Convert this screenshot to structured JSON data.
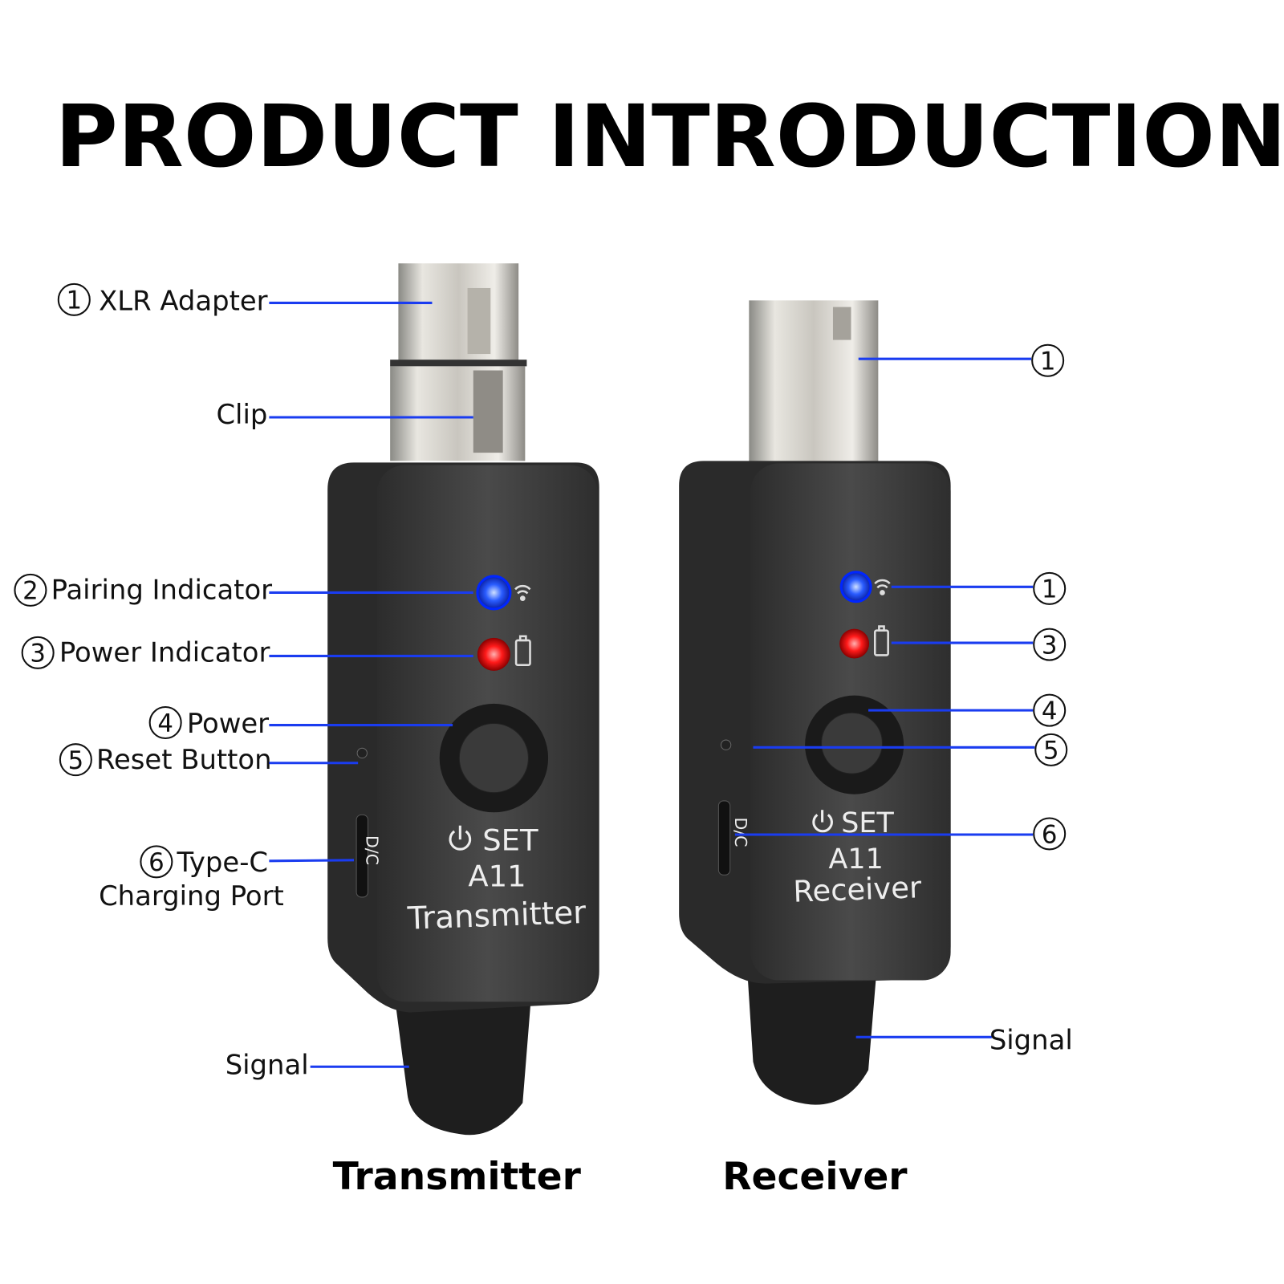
{
  "title": "PRODUCT INTRODUCTION",
  "accent_line_color": "#1a3cf0",
  "transmitter": {
    "caption": "Transmitter",
    "device_text": {
      "set": "SET",
      "model": "A11",
      "name": "Transmitter",
      "port_marking": "D/C"
    },
    "callouts": [
      {
        "num": "1",
        "label": "XLR Adapter"
      },
      {
        "num": "",
        "label": "Clip"
      },
      {
        "num": "2",
        "label": "Pairing Indicator"
      },
      {
        "num": "3",
        "label": "Power Indicator"
      },
      {
        "num": "4",
        "label": "Power"
      },
      {
        "num": "5",
        "label": "Reset Button"
      },
      {
        "num": "6",
        "label": "Type-C",
        "label2": "Charging Port"
      },
      {
        "num": "",
        "label": "Signal"
      }
    ]
  },
  "receiver": {
    "caption": "Receiver",
    "device_text": {
      "set": "SET",
      "model": "A11",
      "name": "Receiver",
      "port_marking": "D/C"
    },
    "callouts": [
      {
        "num": "1"
      },
      {
        "num": "1"
      },
      {
        "num": "3"
      },
      {
        "num": "4"
      },
      {
        "num": "5"
      },
      {
        "num": "6"
      },
      {
        "label": "Signal"
      }
    ]
  },
  "icons": [
    "wifi-icon",
    "battery-icon",
    "power-icon"
  ],
  "led_colors": {
    "pairing": "#1e50ff",
    "power": "#ff1a1a"
  }
}
